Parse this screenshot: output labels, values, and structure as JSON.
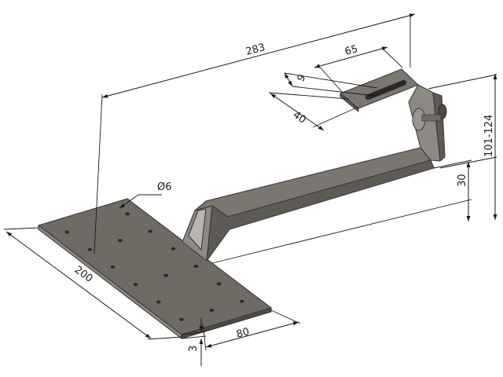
{
  "drawing": {
    "colors": {
      "metal_top": "#6f6b64",
      "metal_side": "#8d8a84",
      "metal_dark": "#4d4a45",
      "metal_light": "#b9b6b0",
      "hole": "#2b2926",
      "line": "#1a1a1a"
    },
    "dimensions": {
      "total_length": "283",
      "top_width": "65",
      "slot_width": "9",
      "slot_length": "40",
      "adjust_range": "101-124",
      "offset_height": "30",
      "hole_diameter": "Ø6",
      "plate_length": "200",
      "plate_width": "80",
      "thickness": "3"
    }
  }
}
